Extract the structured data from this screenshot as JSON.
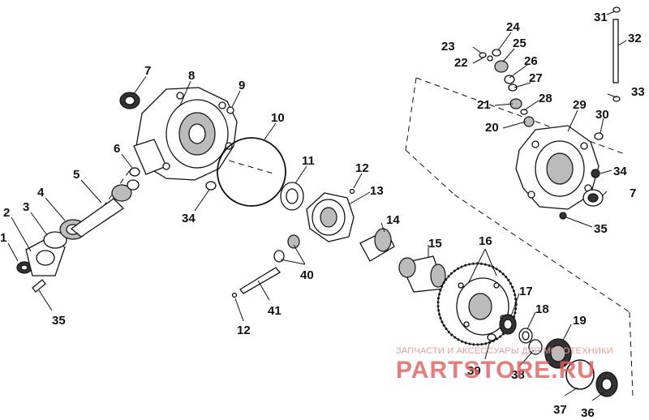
{
  "callouts": [
    {
      "id": "c1",
      "text": "1"
    },
    {
      "id": "c2",
      "text": "2"
    },
    {
      "id": "c3",
      "text": "3"
    },
    {
      "id": "c4",
      "text": "4"
    },
    {
      "id": "c5",
      "text": "5"
    },
    {
      "id": "c6",
      "text": "6"
    },
    {
      "id": "c7a",
      "text": "7"
    },
    {
      "id": "c7b",
      "text": "7"
    },
    {
      "id": "c8",
      "text": "8"
    },
    {
      "id": "c9",
      "text": "9"
    },
    {
      "id": "c10",
      "text": "10"
    },
    {
      "id": "c11",
      "text": "11"
    },
    {
      "id": "c12a",
      "text": "12"
    },
    {
      "id": "c12b",
      "text": "12"
    },
    {
      "id": "c13",
      "text": "13"
    },
    {
      "id": "c14",
      "text": "14"
    },
    {
      "id": "c15",
      "text": "15"
    },
    {
      "id": "c16",
      "text": "16"
    },
    {
      "id": "c17",
      "text": "17"
    },
    {
      "id": "c18",
      "text": "18"
    },
    {
      "id": "c19",
      "text": "19"
    },
    {
      "id": "c20",
      "text": "20"
    },
    {
      "id": "c21",
      "text": "21"
    },
    {
      "id": "c22",
      "text": "22"
    },
    {
      "id": "c23",
      "text": "23"
    },
    {
      "id": "c24",
      "text": "24"
    },
    {
      "id": "c25",
      "text": "25"
    },
    {
      "id": "c26",
      "text": "26"
    },
    {
      "id": "c27",
      "text": "27"
    },
    {
      "id": "c28",
      "text": "28"
    },
    {
      "id": "c29",
      "text": "29"
    },
    {
      "id": "c30",
      "text": "30"
    },
    {
      "id": "c31",
      "text": "31"
    },
    {
      "id": "c32",
      "text": "32"
    },
    {
      "id": "c33",
      "text": "33"
    },
    {
      "id": "c34a",
      "text": "34"
    },
    {
      "id": "c34b",
      "text": "34"
    },
    {
      "id": "c35a",
      "text": "35"
    },
    {
      "id": "c35b",
      "text": "35"
    },
    {
      "id": "c36",
      "text": "36"
    },
    {
      "id": "c37",
      "text": "37"
    },
    {
      "id": "c38",
      "text": "38"
    },
    {
      "id": "c39",
      "text": "39"
    },
    {
      "id": "c40",
      "text": "40"
    },
    {
      "id": "c41",
      "text": "41"
    }
  ],
  "watermark": {
    "tagline": "ЗАПЧАСТИ И АКСЕССУАРЫ ДЛЯ МОТОТЕХНИКИ",
    "brand": "PARTSTORE.RU",
    "color": "#e25a5a"
  }
}
